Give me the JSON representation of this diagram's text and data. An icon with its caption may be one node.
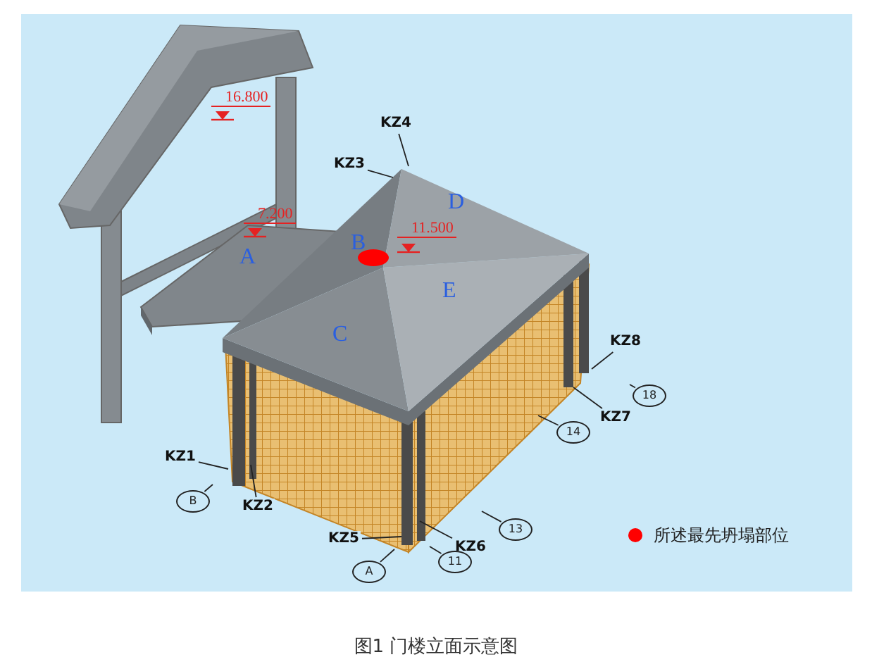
{
  "diagram": {
    "caption": "图1 门楼立面示意图",
    "nodes": [
      {
        "text": [
          "KZ1"
        ]
      },
      {
        "text": [
          "KZ2"
        ]
      },
      {
        "text": [
          "KZ3"
        ]
      },
      {
        "text": [
          "KZ4"
        ]
      },
      {
        "text": [
          "KZ5"
        ]
      },
      {
        "text": [
          "KZ6"
        ]
      },
      {
        "text": [
          "KZ7"
        ]
      },
      {
        "text": [
          "KZ8"
        ]
      },
      {
        "text": [
          "B"
        ]
      },
      {
        "text": [
          "A"
        ]
      },
      {
        "text": [
          "11"
        ]
      },
      {
        "text": [
          "13"
        ]
      },
      {
        "text": [
          "14"
        ]
      },
      {
        "text": [
          "18"
        ]
      }
    ],
    "edges": [
      {
        "from": 0,
        "to": null,
        "arrow": "none"
      },
      {
        "from": 1,
        "to": null,
        "arrow": "none"
      },
      {
        "from": 2,
        "to": null,
        "arrow": "none"
      },
      {
        "from": 3,
        "to": null,
        "arrow": "none"
      },
      {
        "from": 4,
        "to": null,
        "arrow": "none"
      },
      {
        "from": 5,
        "to": null,
        "arrow": "none"
      },
      {
        "from": 6,
        "to": null,
        "arrow": "none"
      },
      {
        "from": 7,
        "to": null,
        "arrow": "none"
      },
      {
        "from": 8,
        "to": null,
        "arrow": "none"
      },
      {
        "from": 9,
        "to": null,
        "arrow": "none"
      },
      {
        "from": 10,
        "to": null,
        "arrow": "none"
      },
      {
        "from": 11,
        "to": null,
        "arrow": "none"
      },
      {
        "from": 12,
        "to": null,
        "arrow": "none"
      },
      {
        "from": 13,
        "to": null,
        "arrow": "none"
      }
    ],
    "labels": [
      "16.800",
      "7.200",
      "A",
      "B",
      "11.500",
      "D",
      "E",
      "C"
    ],
    "legend": [
      {
        "text": "所述最先坍塌部位",
        "color": "#ff0000"
      }
    ]
  }
}
